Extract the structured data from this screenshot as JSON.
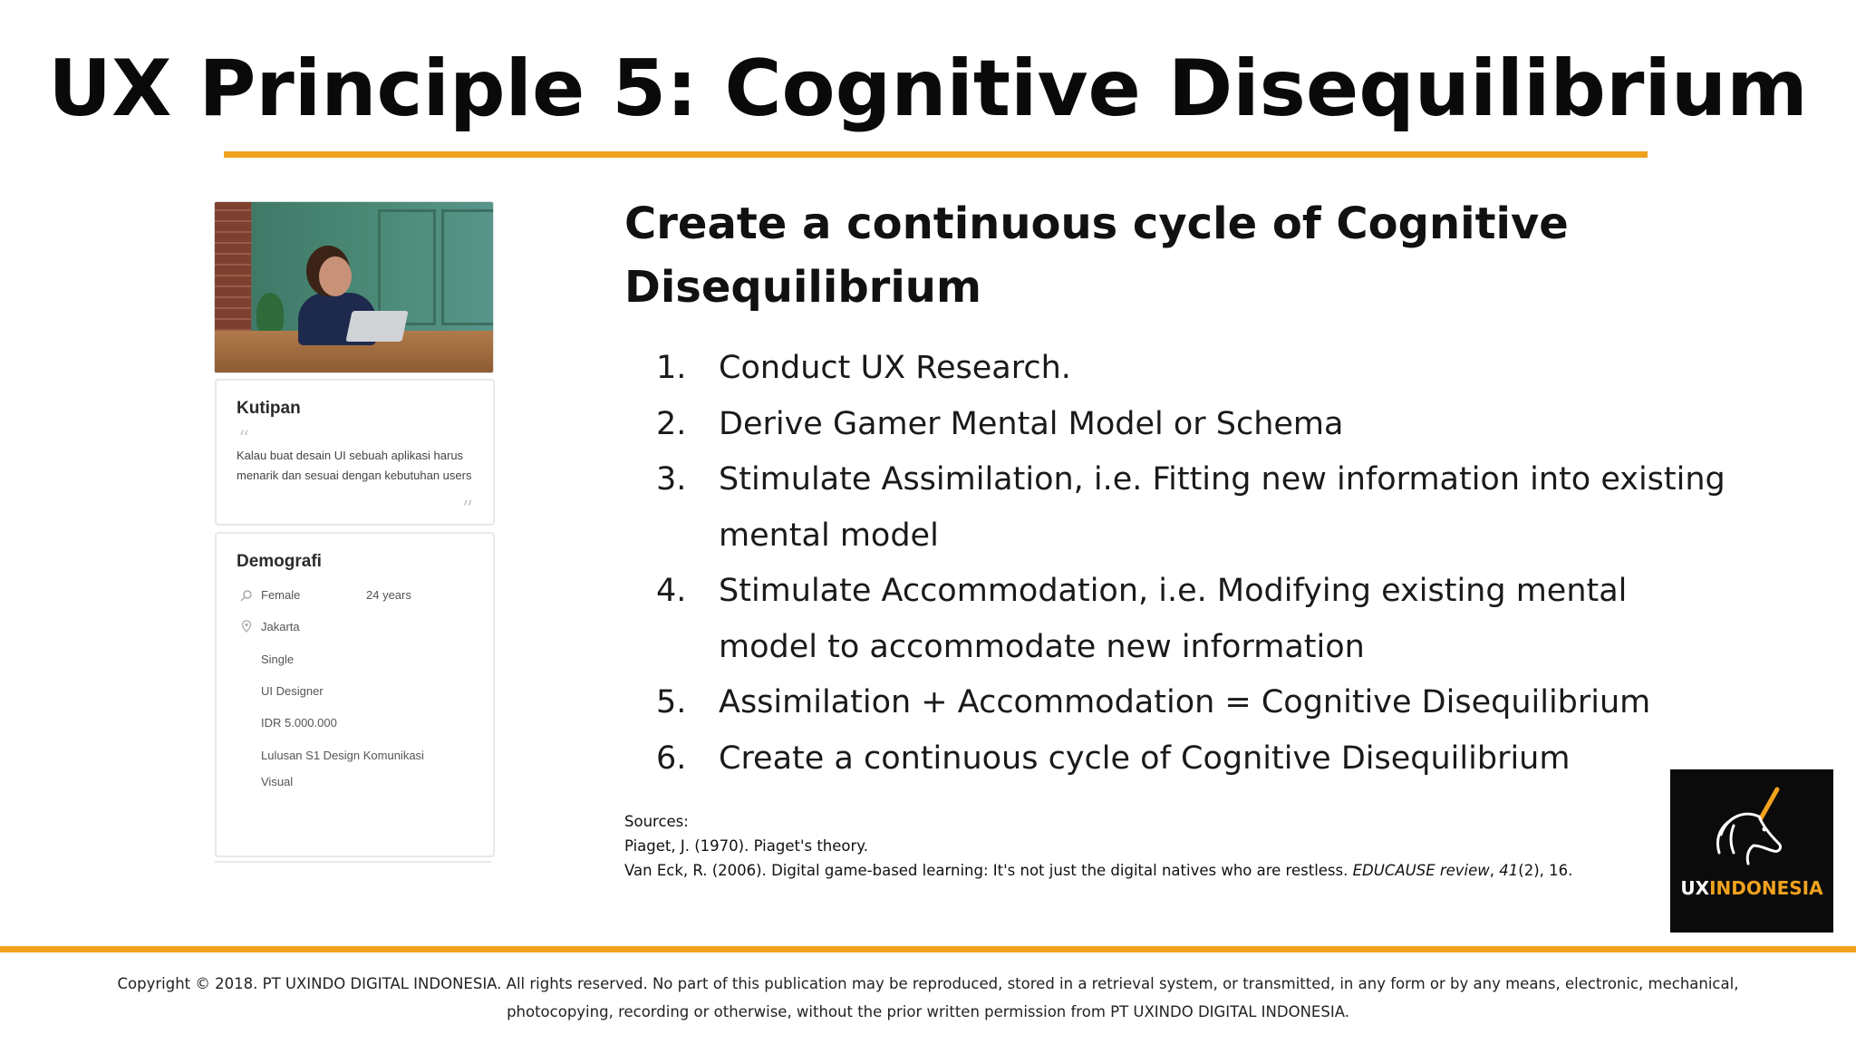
{
  "slide": {
    "title": "UX Principle 5: Cognitive Disequilibrium"
  },
  "persona": {
    "quote_heading": "Kutipan",
    "quote_text": "Kalau buat desain UI sebuah aplikasi harus menarik dan sesuai dengan kebutuhan users",
    "demo_heading": "Demografi",
    "gender": "Female",
    "age": "24 years",
    "location": "Jakarta",
    "status": "Single",
    "job": "UI Designer",
    "income": "IDR 5.000.000",
    "education_line1": "Lulusan S1 Design Komunikasi",
    "education_line2": "Visual"
  },
  "content": {
    "subtitle_line1": "Create a continuous cycle of Cognitive",
    "subtitle_line2": "Disequilibrium",
    "steps": [
      {
        "num": "1.",
        "text": "Conduct UX Research."
      },
      {
        "num": "2.",
        "text": "Derive Gamer Mental Model or Schema"
      },
      {
        "num": "3.",
        "text": "Stimulate Assimilation, i.e. Fitting new information into existing mental model"
      },
      {
        "num": "4.",
        "text": "Stimulate Accommodation, i.e. Modifying existing mental model to accommodate new information"
      },
      {
        "num": "5.",
        "text": "Assimilation + Accommodation = Cognitive Disequilibrium"
      },
      {
        "num": "6.",
        "text": "Create a continuous cycle of Cognitive Disequilibrium"
      }
    ]
  },
  "sources": {
    "label": "Sources:",
    "ref1": "Piaget, J. (1970). Piaget's theory.",
    "ref2_main": "Van Eck, R. (2006). Digital game-based learning: It's not just the digital natives who are restless. ",
    "ref2_journal": "EDUCAUSE review",
    "ref2_sep": ", ",
    "ref2_volume": "41",
    "ref2_tail": "(2), 16."
  },
  "logo": {
    "ux": "UX",
    "indonesia": "INDONESIA",
    "icon": "unicorn-icon",
    "accent_color": "#f0a21e"
  },
  "footer": {
    "line1": "Copyright © 2018. PT UXINDO DIGITAL INDONESIA. All rights reserved. No part of this publication may be reproduced, stored in a retrieval system, or transmitted, in any form or by any means, electronic, mechanical,",
    "line2": "photocopying, recording or otherwise, without the prior written permission from PT UXINDO DIGITAL INDONESIA."
  },
  "colors": {
    "accent": "#f0a21e",
    "text": "#111111",
    "background": "#ffffff"
  }
}
